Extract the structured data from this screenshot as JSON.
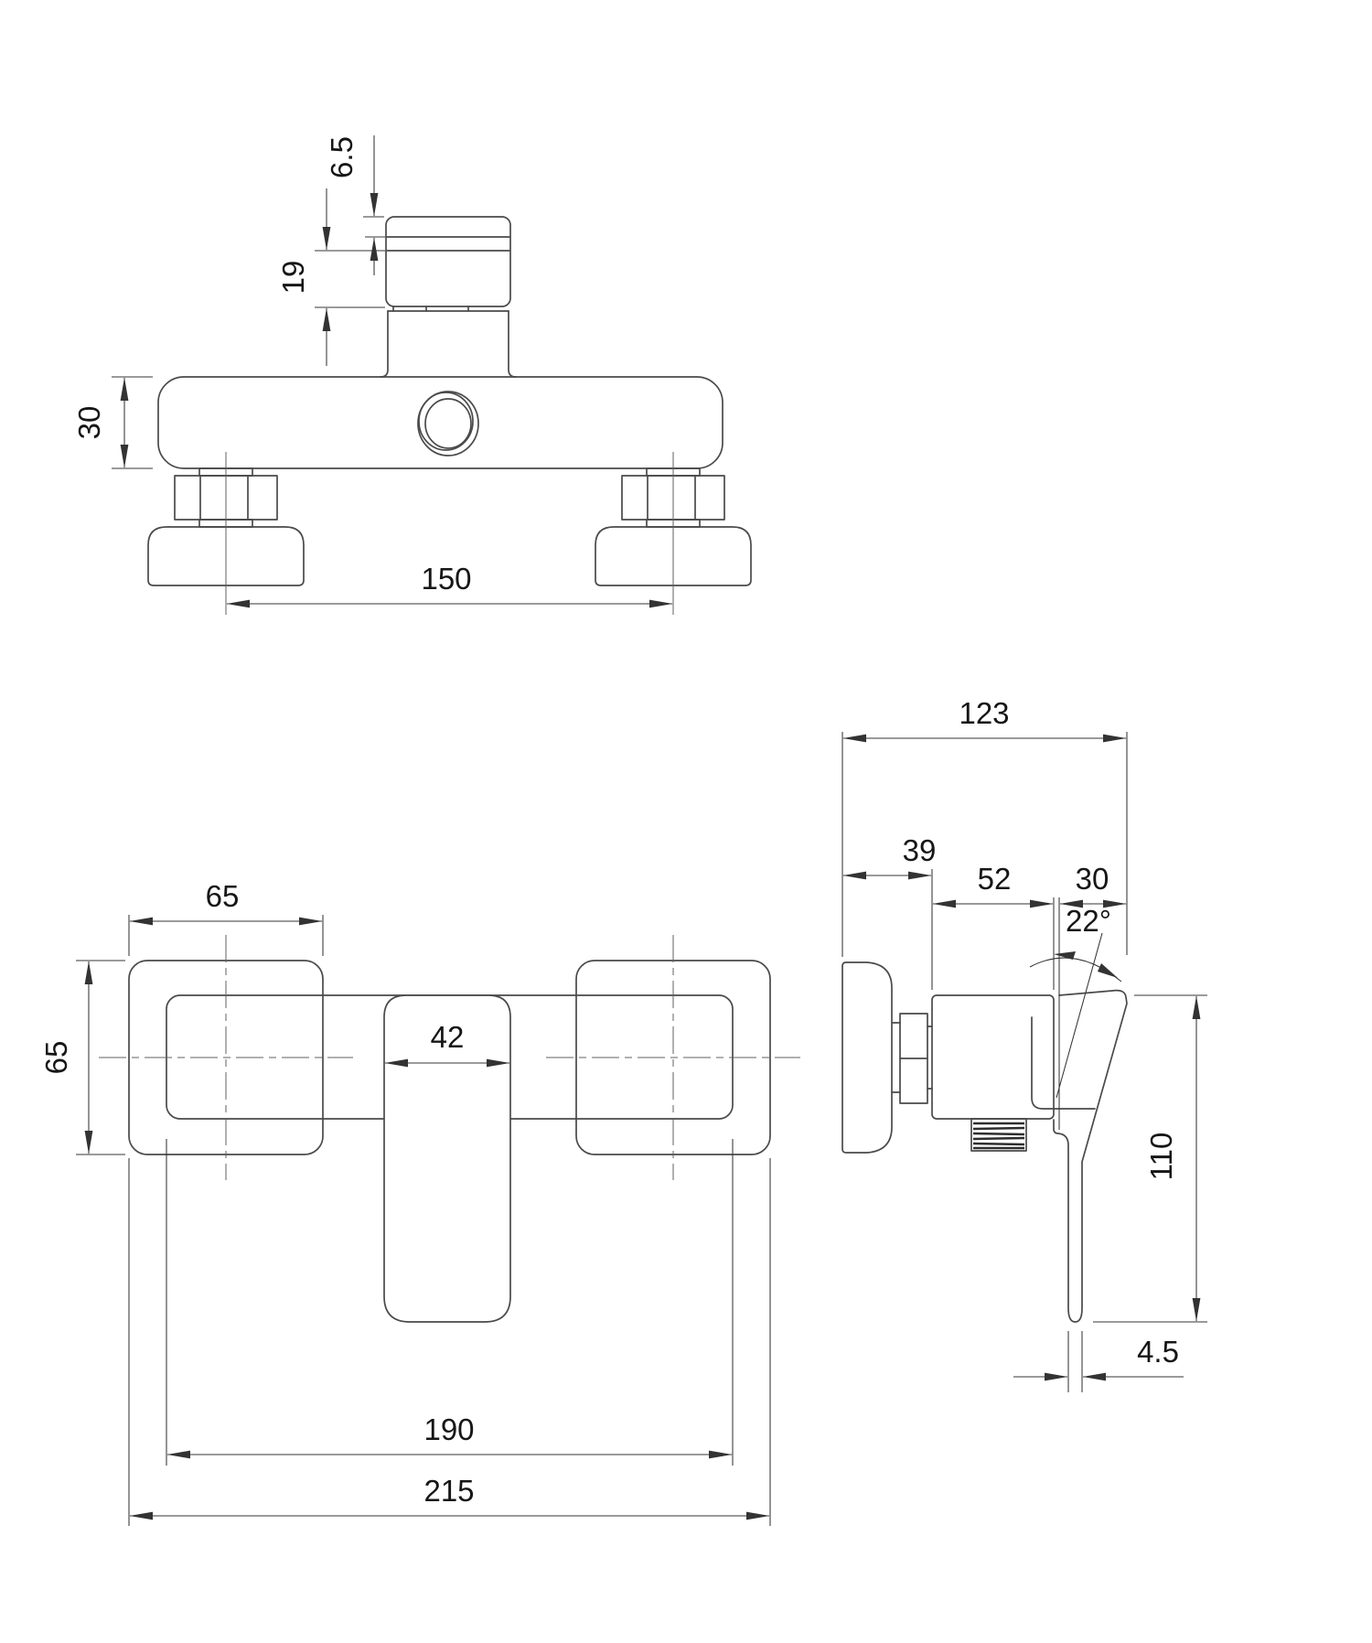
{
  "drawing": {
    "type": "technical-dimension-drawing",
    "subject": "wall-mounted shower mixer valve, three orthographic views",
    "background_color": "#ffffff",
    "line_color": "#4a4a4a",
    "dimension_line_color": "#353535",
    "text_color": "#161616"
  },
  "dims": {
    "top": {
      "cap_lip": "6.5",
      "cap_height": "19",
      "body_thickness": "30",
      "connection_spacing": "150"
    },
    "front": {
      "flange_width": "65",
      "flange_height": "65",
      "handle_width": "42",
      "body_length": "190",
      "overall_width": "215"
    },
    "side": {
      "overall_depth": "123",
      "flange_depth": "39",
      "body_depth": "52",
      "handle_top_depth": "30",
      "handle_angle": "22°",
      "handle_drop": "110",
      "lever_thickness": "4.5"
    }
  }
}
